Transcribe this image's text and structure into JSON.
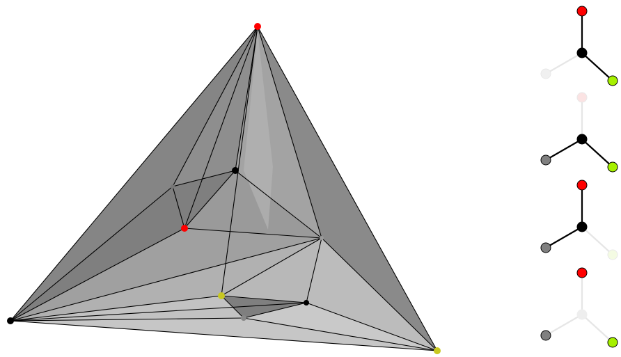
{
  "colors": {
    "background": "#ffffff",
    "face_dark": "#7f7f7f",
    "face_mid": "#999999",
    "face_light": "#bdbdbd",
    "edge": "#000000",
    "vertex_red": "#ff0000",
    "vertex_black": "#000000",
    "vertex_yellow": "#c8c820",
    "vertex_gray": "#888888",
    "node_red": "#ff0000",
    "node_black": "#000000",
    "node_green": "#a6f000",
    "node_gray": "#808080",
    "faded_edge": "#e6e6e6"
  },
  "legend": {
    "glyphs": [
      {
        "id": "glyph-1",
        "center": "on",
        "up": "on",
        "right": "on",
        "left": "faded"
      },
      {
        "id": "glyph-2",
        "center": "on",
        "up": "faded",
        "right": "on",
        "left": "on"
      },
      {
        "id": "glyph-3",
        "center": "on",
        "up": "on",
        "right": "faded",
        "left": "on"
      },
      {
        "id": "glyph-4",
        "center": "faded",
        "up": "on",
        "right": "on",
        "left": "on"
      }
    ]
  }
}
